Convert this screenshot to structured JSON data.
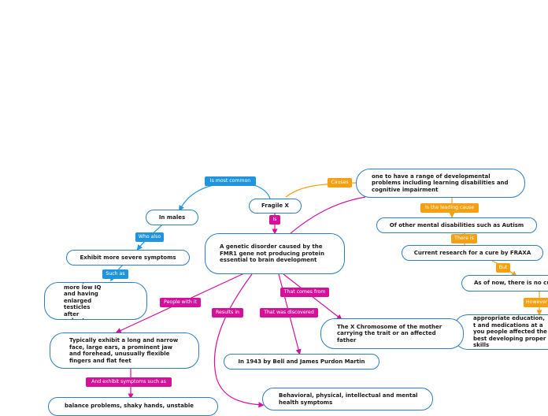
{
  "colors": {
    "blue": "#1f95e0",
    "magenta": "#d5119b",
    "orange": "#f3a110",
    "node_border": "#2b7fbf"
  },
  "nodes": {
    "root": "Fragile X",
    "main": "A genetic disorder caused by the FMR1 gene not producing protein essential to brain development",
    "males": "In males",
    "severe": "Exhibit more severe symptoms",
    "iq": "Having a more low IQ and having enlarged testicles after puberty",
    "face": "Typically exhibit a long and narrow face, large ears, a prominent jaw and forehead, unusually flexible fingers and flat feet",
    "balance": "balance problems, shaky hands, unstable",
    "causes": "one to have a range of developmental problems including learning disabilities and cognitive impairment",
    "autism": "Of other mental disabilities such as Autism",
    "research": "Current research for a cure by FRAXA",
    "nocure": "As of now, there is no cu",
    "education": "appropriate education, t and medications at a you people affected the best developing proper skills",
    "xchrom": "The X Chromosome of the mother carrying the trait or an affected father",
    "discovered": "In 1943 by Bell and James Purdon Martin",
    "behavioral": "Behavioral, physical, intellectual and mental health symptoms"
  },
  "labels": {
    "is_most_common": "Is most common",
    "is": "Is",
    "who_also": "Who also",
    "such_as": "Such as",
    "people_with_it": "People with it",
    "results_in": "Results in",
    "that_comes_from": "That comes from",
    "that_was_discovered": "That was discovered",
    "and_exhibit": "And exhibit symptoms such as",
    "causes": "Causes",
    "is_leading_cause": "Is the leading cause",
    "there_is": "There is",
    "but": "But",
    "however": "However"
  }
}
